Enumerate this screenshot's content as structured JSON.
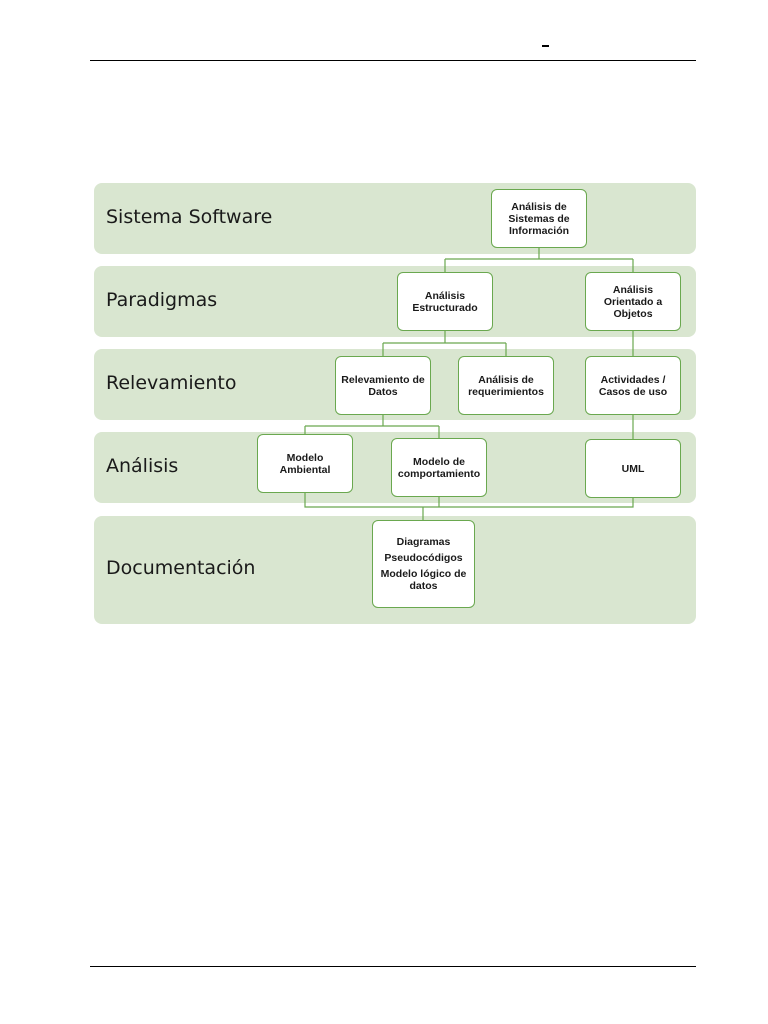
{
  "header": {
    "mark": "–"
  },
  "diagram": {
    "levels": [
      "Sistema Software",
      "Paradigmas",
      "Relevamiento",
      "Análisis",
      "Documentación"
    ],
    "nodes": {
      "analisis_sistemas": "Análisis de Sistemas de Información",
      "analisis_estructurado": "Análisis Estructurado",
      "analisis_objetos": "Análisis Orientado a Objetos",
      "relevamiento_datos": "Relevamiento de Datos",
      "analisis_requerimientos": "Análisis de requerimientos",
      "actividades_casos": "Actividades / Casos de uso",
      "modelo_ambiental": "Modelo Ambiental",
      "modelo_comportamiento": "Modelo de comportamiento",
      "uml": "UML",
      "documentacion": {
        "item1": "Diagramas",
        "item2": "Pseudocódigos",
        "item3": "Modelo lógico de datos"
      }
    },
    "colors": {
      "band": "#d9e6d0",
      "node_border": "#6aa84f",
      "connector": "#6aa84f"
    }
  }
}
